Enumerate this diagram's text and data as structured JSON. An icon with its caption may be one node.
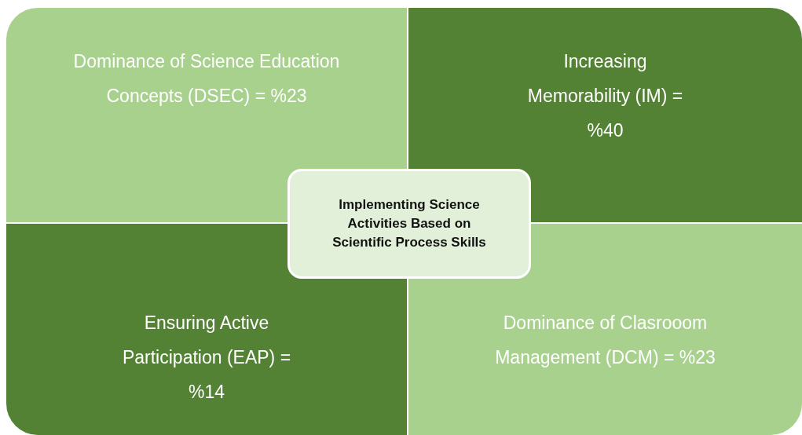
{
  "diagram": {
    "nodes": [
      {
        "text": [
          "Dominance of Science Education Concepts (DSEC) = %23"
        ]
      },
      {
        "text": [
          "Increasing Memorability (IM) = %40"
        ]
      },
      {
        "text": [
          "Implementing Science Activities Based on Scientific Process Skills"
        ]
      },
      {
        "text": [
          "Ensuring Active Participation (EAP) = %14"
        ]
      },
      {
        "text": [
          "Dominance of Clasrooom Management (DCM) = %23"
        ]
      }
    ]
  }
}
